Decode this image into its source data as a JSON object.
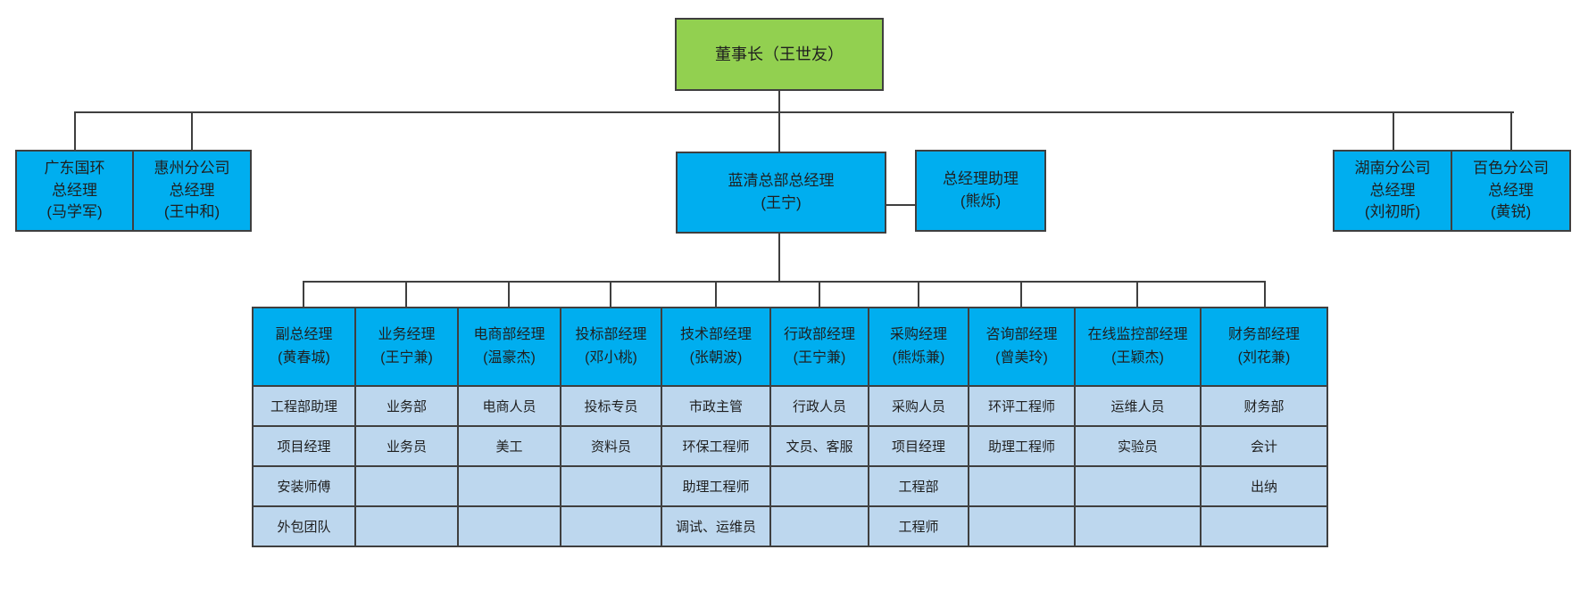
{
  "colors": {
    "chairman_bg": "#92d050",
    "node_bg": "#00aeef",
    "cell_bg": "#bdd7ee",
    "border": "#3f3f3f"
  },
  "chairman": {
    "label": "董事长（王世友）"
  },
  "branches_left": [
    {
      "lines": [
        "广东国环",
        "总经理",
        "(马学军)"
      ]
    },
    {
      "lines": [
        "惠州分公司",
        "总经理",
        "(王中和)"
      ]
    }
  ],
  "headquarters": {
    "lines": [
      "蓝清总部总经理",
      "(王宁)"
    ]
  },
  "assistant": {
    "lines": [
      "总经理助理",
      "(熊烁)"
    ]
  },
  "branches_right": [
    {
      "lines": [
        "湖南分公司",
        "总经理",
        "(刘初昕)"
      ]
    },
    {
      "lines": [
        "百色分公司",
        "总经理",
        "(黄锐)"
      ]
    }
  ],
  "departments": {
    "columns": [
      {
        "title": "副总经理",
        "name": "(黄春城)",
        "staff": [
          "工程部助理",
          "项目经理",
          "安装师傅",
          "外包团队"
        ]
      },
      {
        "title": "业务经理",
        "name": "(王宁兼)",
        "staff": [
          "业务部",
          "业务员",
          "",
          ""
        ]
      },
      {
        "title": "电商部经理",
        "name": "(温豪杰)",
        "staff": [
          "电商人员",
          "美工",
          "",
          ""
        ]
      },
      {
        "title": "投标部经理",
        "name": "(邓小桃)",
        "staff": [
          "投标专员",
          "资料员",
          "",
          ""
        ]
      },
      {
        "title": "技术部经理",
        "name": "(张朝波)",
        "staff": [
          "市政主管",
          "环保工程师",
          "助理工程师",
          "调试、运维员"
        ]
      },
      {
        "title": "行政部经理",
        "name": "(王宁兼)",
        "staff": [
          "行政人员",
          "文员、客服",
          "",
          ""
        ]
      },
      {
        "title": "采购经理",
        "name": "(熊烁兼)",
        "staff": [
          "采购人员",
          "项目经理",
          "工程部",
          "工程师"
        ]
      },
      {
        "title": "咨询部经理",
        "name": "(曾美玲)",
        "staff": [
          "环评工程师",
          "助理工程师",
          "",
          ""
        ]
      },
      {
        "title": "在线监控部经理",
        "name": "(王颖杰)",
        "staff": [
          "运维人员",
          "实验员",
          "",
          ""
        ]
      },
      {
        "title": "财务部经理",
        "name": "(刘花兼)",
        "staff": [
          "财务部",
          "会计",
          "出纳",
          ""
        ]
      }
    ],
    "row_count": 4
  }
}
